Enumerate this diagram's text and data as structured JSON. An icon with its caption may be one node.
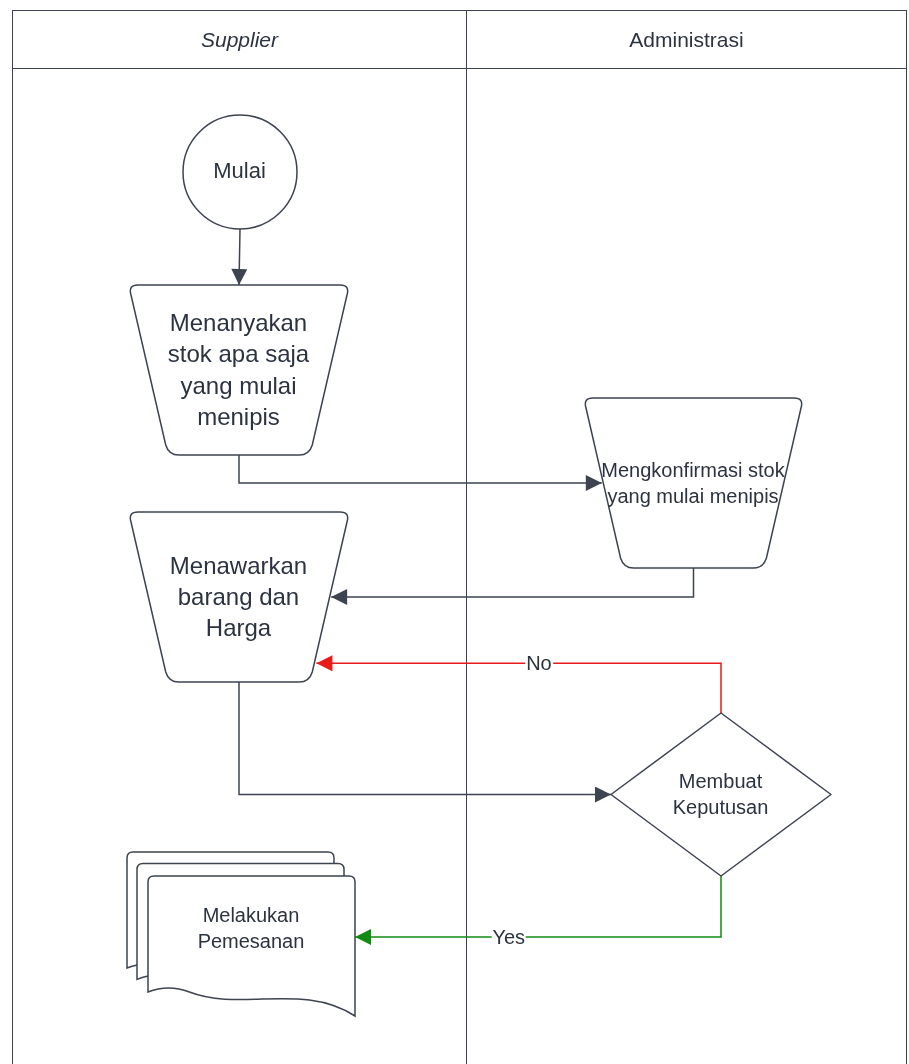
{
  "diagram": {
    "nodes": [
      {
        "text": [
          "Supplier"
        ]
      },
      {
        "text": [
          "Administrasi"
        ]
      },
      {
        "text": [
          "Mulai"
        ],
        "in": 0
      },
      {
        "text": [
          "Menanyakan stok apa saja yang mulai menipis"
        ],
        "in": 0
      },
      {
        "text": [
          "Mengkonfirmasi stok yang mulai menipis"
        ],
        "in": 1
      },
      {
        "text": [
          "Menawarkan barang dan Harga"
        ],
        "in": 0
      },
      {
        "text": [
          "Membuat Keputusan"
        ],
        "in": 1
      },
      {
        "text": [
          "Melakukan Pemesanan"
        ],
        "in": 0
      }
    ],
    "edges": [
      {
        "from": 2,
        "to": 3,
        "arrow": "to"
      },
      {
        "from": 3,
        "to": 4,
        "arrow": "to"
      },
      {
        "from": 4,
        "to": 5,
        "arrow": "to"
      },
      {
        "from": 6,
        "to": 5,
        "arrow": "to",
        "label": "No",
        "color": "#e81a1a"
      },
      {
        "from": 5,
        "to": 6,
        "arrow": "to"
      },
      {
        "from": 6,
        "to": 7,
        "arrow": "to",
        "label": "Yes",
        "color": "#138a13"
      }
    ]
  }
}
